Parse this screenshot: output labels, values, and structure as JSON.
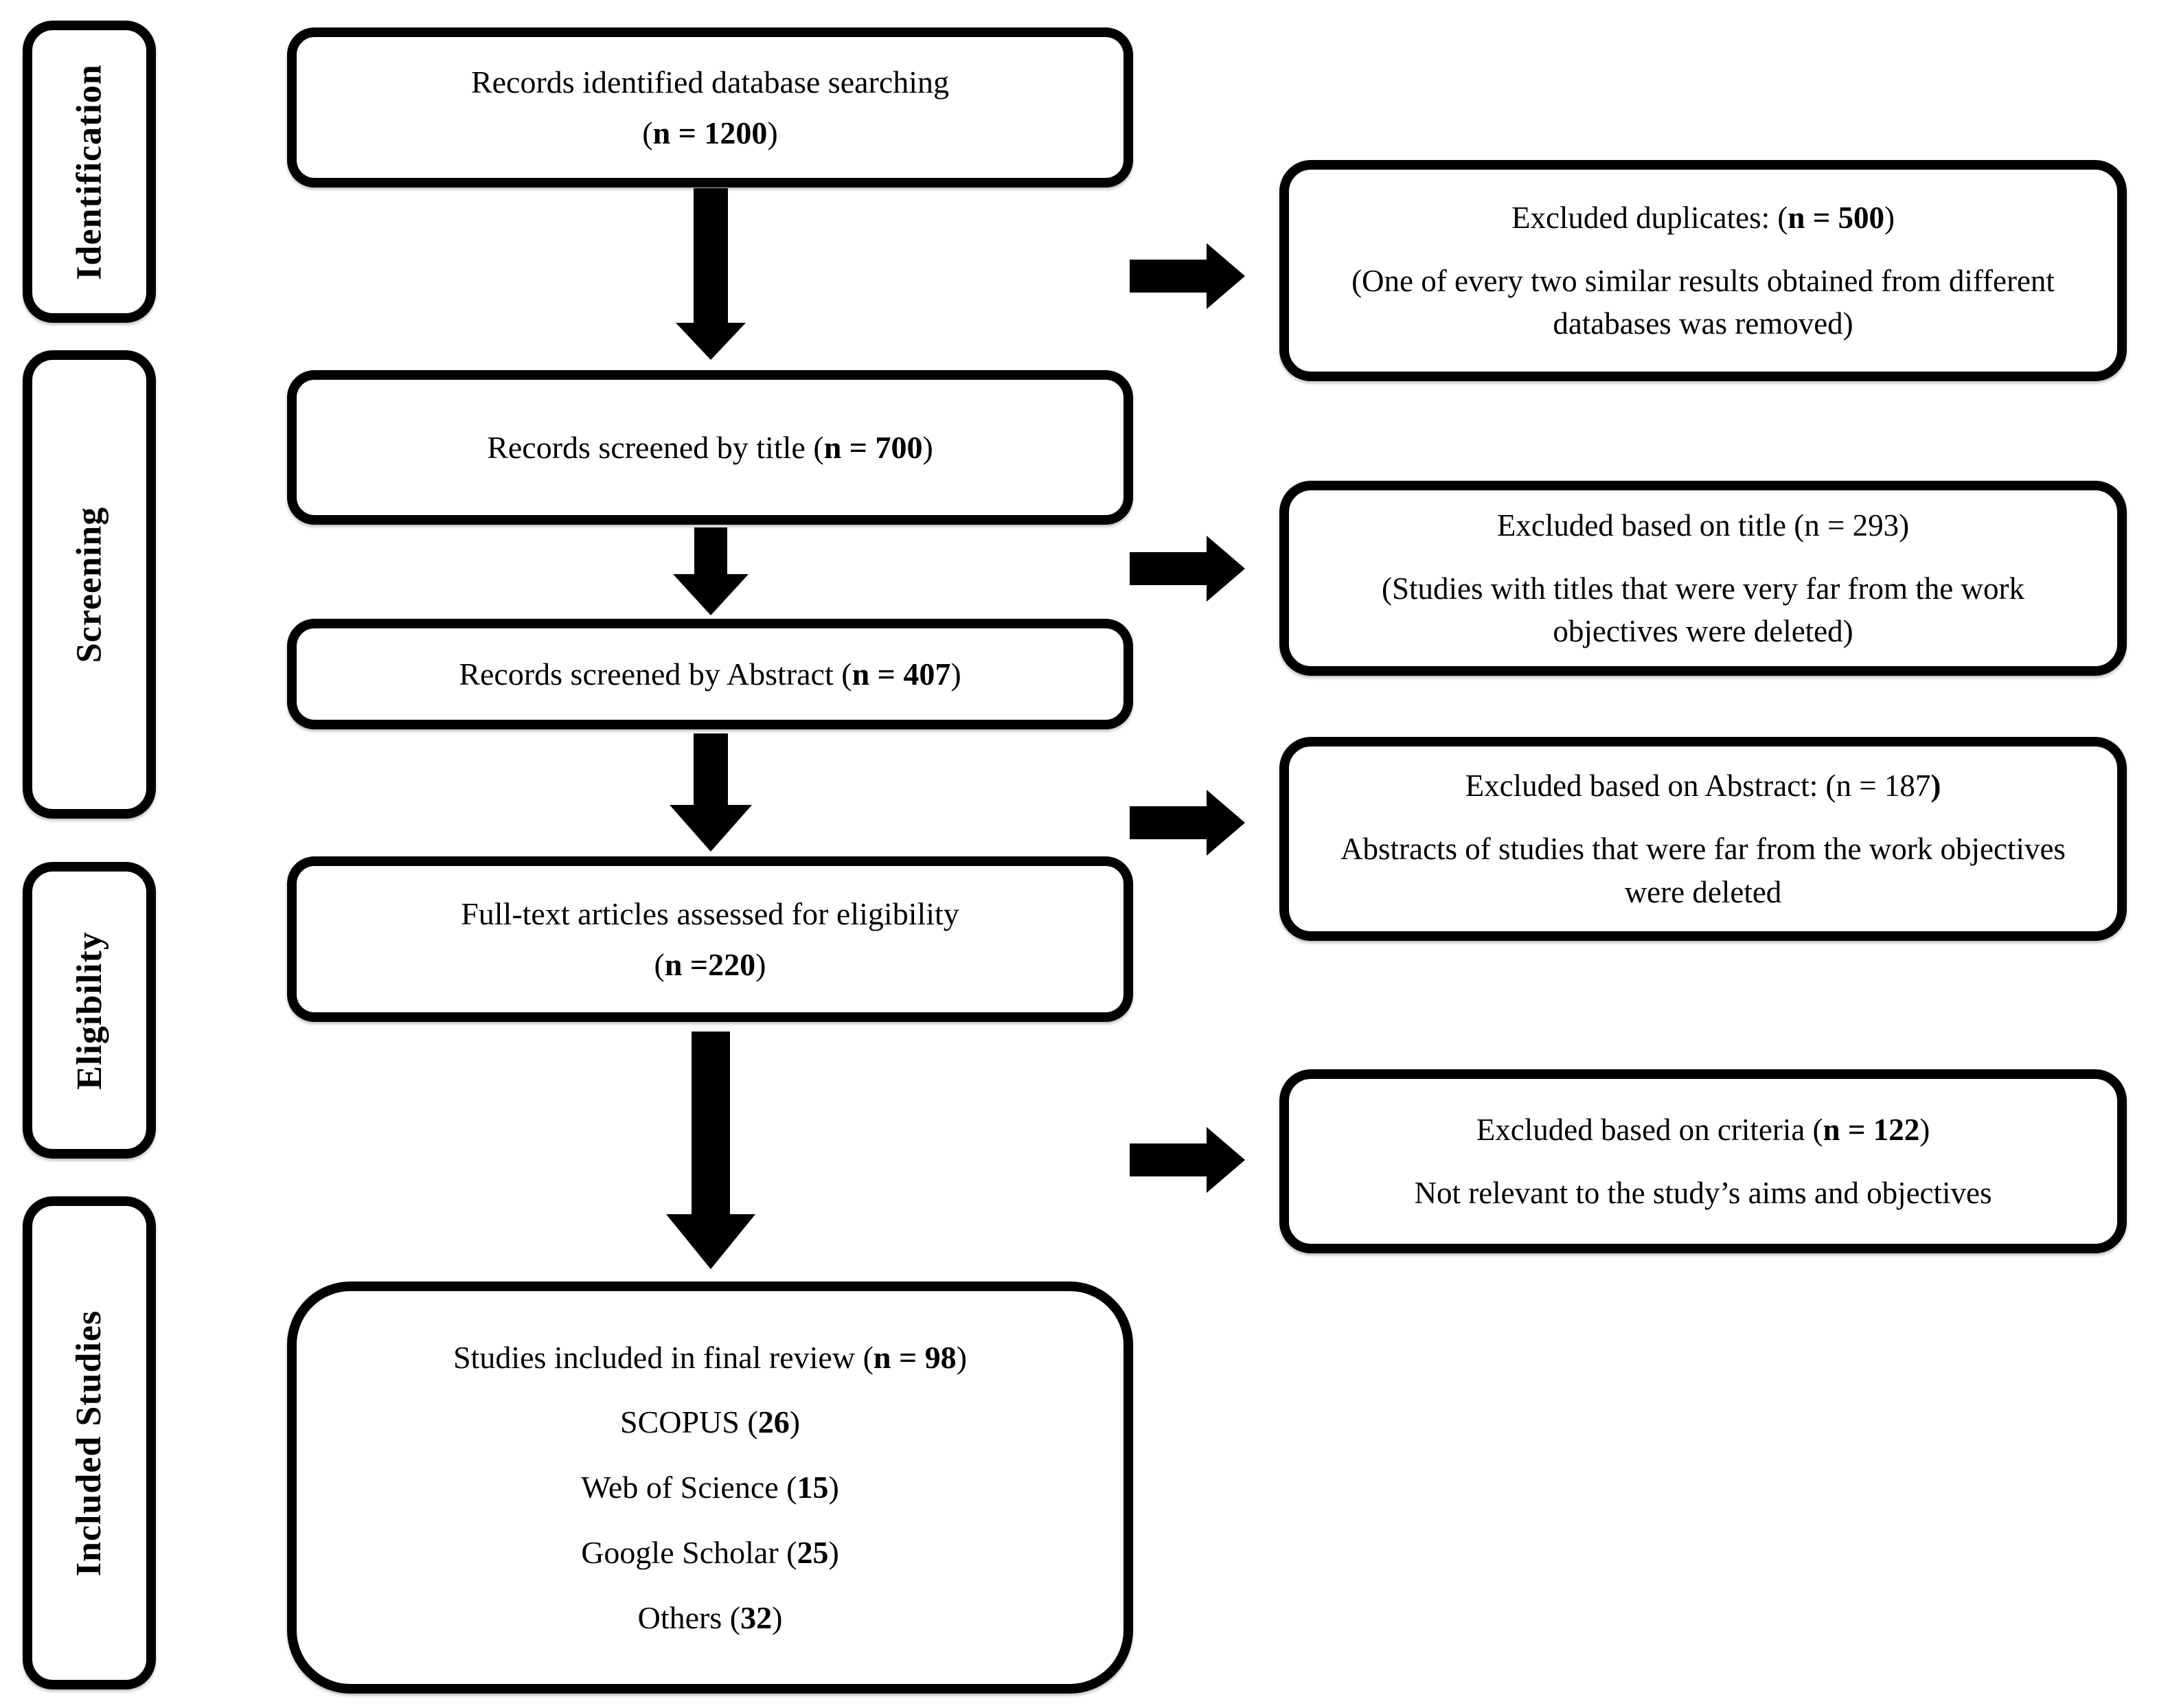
{
  "colors": {
    "ink": "#000000",
    "paper": "#ffffff"
  },
  "stages": [
    {
      "label": "Identification"
    },
    {
      "label": "Screening"
    },
    {
      "label": "Eligibility"
    },
    {
      "label": "Included Studies"
    }
  ],
  "flow": {
    "identified": {
      "line1": "Records identified database searching",
      "open": "(",
      "n": "n = 1200",
      "close": ")"
    },
    "screened_title": {
      "line1": "Records screened by title ",
      "open": "(",
      "n": "n = 700",
      "close": ")"
    },
    "screened_abstract": {
      "line1": "Records screened by Abstract ",
      "open": "(",
      "n": "n = 407",
      "close": ")"
    },
    "fulltext": {
      "line1": "Full-text articles assessed for eligibility",
      "open": "(",
      "n": "n =220",
      "close": ")"
    },
    "included": {
      "line1": "Studies included in final review ",
      "open": "(",
      "n": "n = 98",
      "close": ")",
      "sources": [
        {
          "name": "SCOPUS (",
          "count": "26",
          "close": ")"
        },
        {
          "name": "Web of Science (",
          "count": "15",
          "close": ")"
        },
        {
          "name": "Google Scholar (",
          "count": "25",
          "close": ")"
        },
        {
          "name": "Others (",
          "count": "32",
          "close": ")"
        }
      ]
    }
  },
  "exclusions": {
    "duplicates": {
      "pre": "Excluded duplicates: (",
      "bold": "n = 500",
      "post": ")",
      "desc": "(One of every two similar results obtained from different databases was removed)"
    },
    "title": {
      "pre": "Excluded based on title (n = 293)",
      "bold": "",
      "post": "",
      "desc": "(Studies with titles that were very far from the work objectives were deleted)"
    },
    "abstract": {
      "pre": "Excluded based on Abstract: (n = 187",
      "bold": ")",
      "post": "",
      "desc": "Abstracts of studies that were far from the work objectives were deleted"
    },
    "criteria": {
      "pre": "Excluded based on criteria (",
      "bold": "n = 122",
      "post": ")",
      "desc": "Not relevant to the study’s aims and objectives"
    }
  }
}
